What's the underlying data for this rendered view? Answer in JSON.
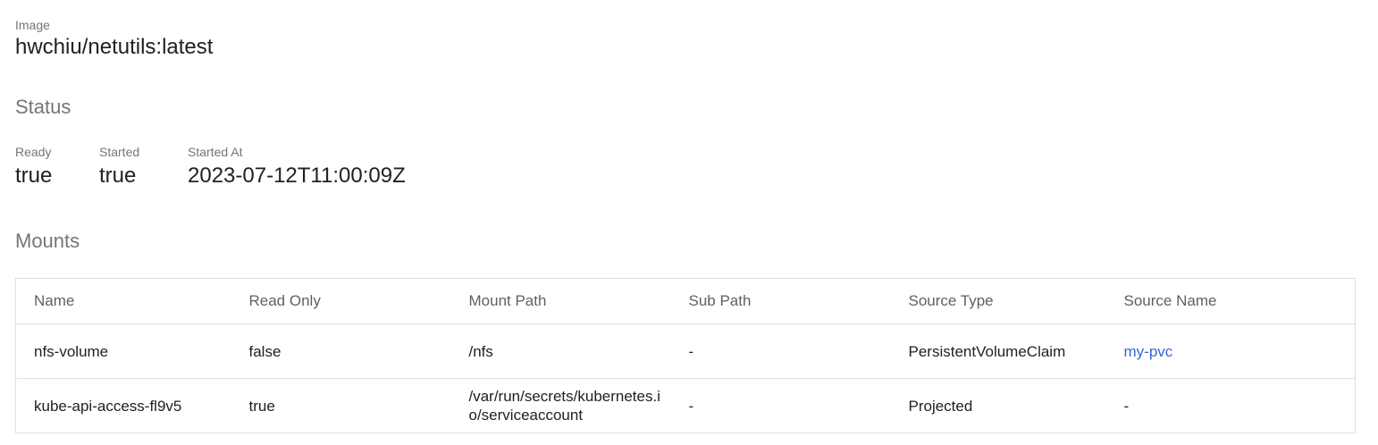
{
  "image": {
    "label": "Image",
    "value": "hwchiu/netutils:latest"
  },
  "status": {
    "title": "Status",
    "items": [
      {
        "label": "Ready",
        "value": "true"
      },
      {
        "label": "Started",
        "value": "true"
      },
      {
        "label": "Started At",
        "value": "2023-07-12T11:00:09Z"
      }
    ]
  },
  "mounts": {
    "title": "Mounts",
    "columns": [
      "Name",
      "Read Only",
      "Mount Path",
      "Sub Path",
      "Source Type",
      "Source Name"
    ],
    "rows": [
      {
        "name": "nfs-volume",
        "read_only": "false",
        "mount_path": "/nfs",
        "sub_path": "-",
        "source_type": "PersistentVolumeClaim",
        "source_name": "my-pvc"
      },
      {
        "name": "kube-api-access-fl9v5",
        "read_only": "true",
        "mount_path": "/var/run/secrets/kubernetes.io/serviceaccount",
        "sub_path": "-",
        "source_type": "Projected",
        "source_name": "-"
      }
    ]
  },
  "colors": {
    "link": "#3367d6",
    "caption": "#757575",
    "border": "#e0e0e0"
  }
}
